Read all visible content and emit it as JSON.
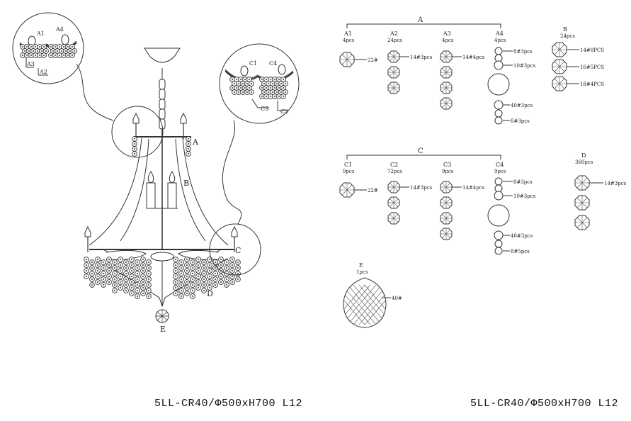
{
  "drawing": {
    "labels": {
      "A": "A",
      "B": "B",
      "C": "C",
      "D": "D",
      "E": "E"
    },
    "detail_left": {
      "a1": "A1",
      "a4": "A4",
      "a3": "A3",
      "a2": "A2"
    },
    "detail_right": {
      "c1": "C1",
      "c4": "C4",
      "c3": "C3",
      "c2": "C2"
    }
  },
  "groups": {
    "A": {
      "label": "A",
      "columns": [
        {
          "id": "A1",
          "qty": "4pcs",
          "note": "22#"
        },
        {
          "id": "A2",
          "qty": "24pcs",
          "note": "14#3pcs"
        },
        {
          "id": "A3",
          "qty": "4pcs",
          "note": "14#4pcs"
        },
        {
          "id": "A4",
          "qty": "4pcs",
          "notes": [
            "8#3pcs",
            "10#3pcs",
            "40#3pcs",
            "8#3pcs"
          ]
        }
      ]
    },
    "B": {
      "id": "B",
      "qty": "24pcs",
      "notes": [
        "14#8PCS",
        "16#5PCS",
        "18#4PCS"
      ]
    },
    "C": {
      "label": "C",
      "columns": [
        {
          "id": "C1",
          "qty": "9pcs",
          "note": "22#"
        },
        {
          "id": "C2",
          "qty": "72pcs",
          "note": "14#3pcs"
        },
        {
          "id": "C3",
          "qty": "9pcs",
          "note": "14#4pcs"
        },
        {
          "id": "C4",
          "qty": "9pcs",
          "notes": [
            "8#3pcs",
            "10#3pcs",
            "40#3pcs",
            "8#5pcs"
          ]
        }
      ]
    },
    "D": {
      "id": "D",
      "qty": "360pcs",
      "note": "14#3pcs"
    },
    "E": {
      "id": "E",
      "qty": "1pcs",
      "note": "40#"
    }
  },
  "captions": {
    "left": "5LL-CR40/Φ500xH700 L12",
    "right": "5LL-CR40/Φ500xH700 L12"
  },
  "colors": {
    "line": "#333333",
    "bg": "#ffffff"
  }
}
